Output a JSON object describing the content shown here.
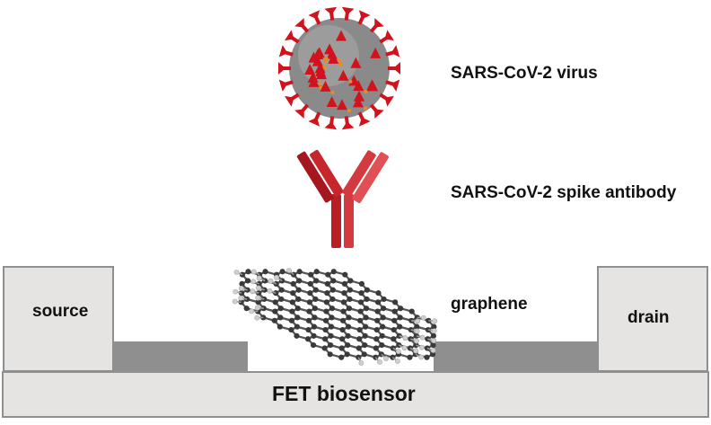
{
  "labels": {
    "virus": "SARS-CoV-2 virus",
    "antibody": "SARS-CoV-2 spike antibody",
    "graphene": "graphene",
    "source": "source",
    "drain": "drain",
    "substrate": "FET biosensor"
  },
  "colors": {
    "virus_body": "#8a8a8a",
    "virus_spike": "#d0131c",
    "virus_dot": "#f08a1c",
    "antibody": "#c8262d",
    "electrode_fill": "#e6e3e3",
    "electrode_stroke": "#8f8f8f",
    "channel": "#8f8f8f",
    "graphene_atom": "#3a3a3a",
    "graphene_hydrogen": "#cfcfcf"
  }
}
